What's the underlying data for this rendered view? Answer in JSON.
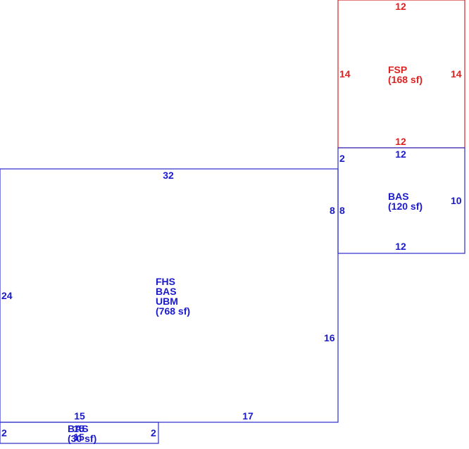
{
  "colors": {
    "blue": "#1a1acc",
    "red": "#dd2222"
  },
  "fsp": {
    "top": "12",
    "bottom": "12",
    "left": "14",
    "right": "14",
    "code": "FSP",
    "area": "(168 sf)"
  },
  "bas_small": {
    "top": "12",
    "bottom": "12",
    "left": "2",
    "right": "10",
    "side_left": "8",
    "code": "BAS",
    "area": "(120 sf)"
  },
  "main": {
    "top": "32",
    "left": "24",
    "right_upper": "8",
    "right_lower": "16",
    "bottom_left": "15",
    "bottom_right": "17",
    "code1": "FHS",
    "code2": "BAS",
    "code3": "UBM",
    "area": "(768 sf)"
  },
  "bottom_strip": {
    "left": "2",
    "right": "2",
    "top": "15",
    "bottom": "15",
    "code": "BAS",
    "area": "(30 sf)"
  }
}
